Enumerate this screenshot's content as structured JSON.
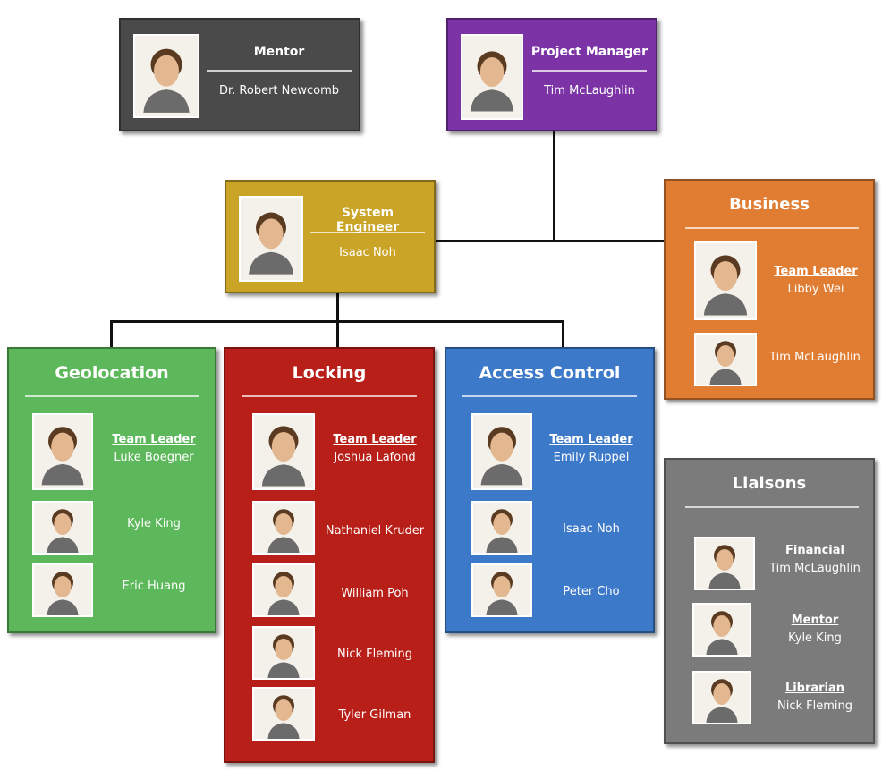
{
  "colors": {
    "mentor": "#4a4a4a",
    "project_manager": "#7b33a6",
    "system_engineer": "#c9a427",
    "business": "#e07d32",
    "geolocation": "#5cb85b",
    "locking": "#b71f18",
    "access_control": "#3d79c9",
    "liaisons": "#7b7b7b"
  },
  "mentor": {
    "title": "Mentor",
    "name": "Dr. Robert Newcomb",
    "icon": "person-photo"
  },
  "project_manager": {
    "title": "Project Manager",
    "name": "Tim McLaughlin",
    "icon": "person-photo"
  },
  "system_engineer": {
    "title": "System Engineer",
    "name": "Isaac Noh",
    "icon": "person-photo"
  },
  "business": {
    "title": "Business",
    "members": [
      {
        "role": "Team Leader",
        "name": "Libby Wei"
      },
      {
        "role": "",
        "name": "Tim McLaughlin"
      }
    ]
  },
  "geolocation": {
    "title": "Geolocation",
    "members": [
      {
        "role": "Team Leader",
        "name": "Luke Boegner"
      },
      {
        "role": "",
        "name": "Kyle King"
      },
      {
        "role": "",
        "name": "Eric Huang"
      }
    ]
  },
  "locking": {
    "title": "Locking",
    "members": [
      {
        "role": "Team Leader",
        "name": "Joshua Lafond"
      },
      {
        "role": "",
        "name": "Nathaniel Kruder"
      },
      {
        "role": "",
        "name": "William Poh"
      },
      {
        "role": "",
        "name": "Nick Fleming"
      },
      {
        "role": "",
        "name": "Tyler Gilman"
      }
    ]
  },
  "access_control": {
    "title": "Access Control",
    "members": [
      {
        "role": "Team Leader",
        "name": "Emily Ruppel"
      },
      {
        "role": "",
        "name": "Isaac Noh"
      },
      {
        "role": "",
        "name": "Peter Cho"
      }
    ]
  },
  "liaisons": {
    "title": "Liaisons",
    "members": [
      {
        "role": "Financial",
        "name": "Tim McLaughlin"
      },
      {
        "role": "Mentor",
        "name": "Kyle King"
      },
      {
        "role": "Librarian",
        "name": "Nick Fleming"
      }
    ]
  }
}
